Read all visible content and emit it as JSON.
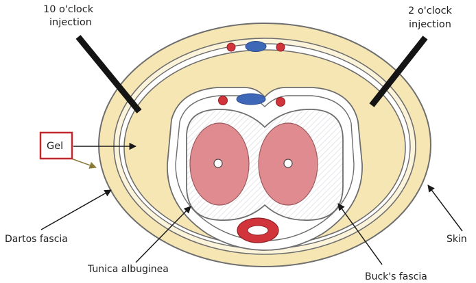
{
  "labels": {
    "ten_oclock_line1": "10 o'clock",
    "ten_oclock_line2": "injection",
    "two_oclock_line1": "2 o'clock",
    "two_oclock_line2": "injection",
    "gel": "Gel",
    "dartos_fascia": "Dartos fascia",
    "tunica_albuginea": "Tunica albuginea",
    "bucks_fascia": "Buck's fascia",
    "skin": "Skin"
  },
  "colors": {
    "tissue_yellow": "#f6e6b4",
    "outline": "#6e6e6e",
    "corpus_red": "#df8b8f",
    "vessel_red": "#d2343c",
    "vein_blue": "#3f67b8",
    "gel_box": "#c0282d",
    "pointer": "#1a1a1a"
  }
}
